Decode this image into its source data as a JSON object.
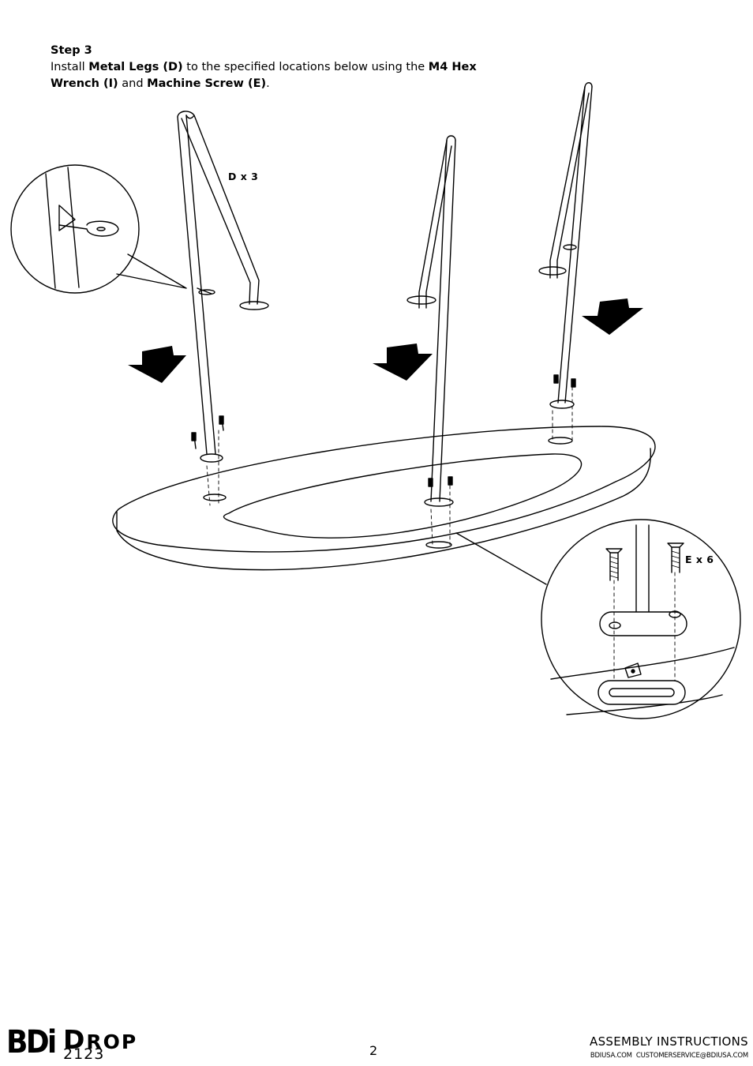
{
  "instructions": {
    "step_title": "Step 3",
    "line_1_pre": "Install ",
    "part_legs": "Metal Legs (D)",
    "line_1_mid": " to the specified locations below using the ",
    "tool_wrench": "M4 Hex Wrench (I)",
    "line_2_mid": " and ",
    "part_screw": "Machine Screw (E)",
    "line_2_end": "."
  },
  "callouts": {
    "legs_qty": "D x 3",
    "screws_qty": "E x 6"
  },
  "footer": {
    "brand": "BDi",
    "product_first": "D",
    "product_rest": "ROP",
    "model": "2123",
    "page_number": "2",
    "doc_type": "ASSEMBLY INSTRUCTIONS",
    "website": "BDIUSA.COM",
    "email": "CUSTOMERSERVICE@BDIUSA.COM"
  }
}
